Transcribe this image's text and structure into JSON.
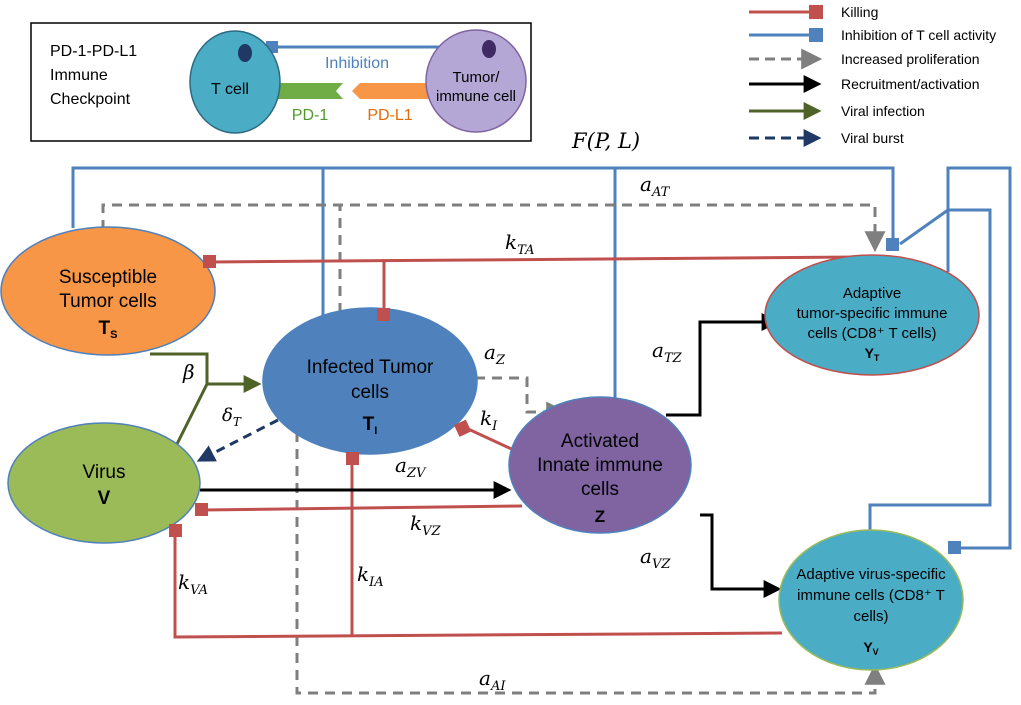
{
  "colors": {
    "killing": "#c0504d",
    "inhibition": "#4f81bd",
    "proliferation": "#7f7f7f",
    "recruitment": "#000000",
    "viral_infection": "#4f6228",
    "viral_burst": "#1f3864",
    "susceptible_fill": "#f79646",
    "infected_fill": "#4f81bd",
    "virus_fill": "#9bbb59",
    "innate_fill": "#8064a2",
    "adaptive_fill": "#4bacc6"
  },
  "legend": {
    "items": [
      {
        "label": "Killing",
        "style": "killing"
      },
      {
        "label": "Inhibition of T cell activity",
        "style": "inhibition"
      },
      {
        "label": "Increased proliferation",
        "style": "proliferation"
      },
      {
        "label": "Recruitment/activation",
        "style": "recruitment"
      },
      {
        "label": "Viral infection",
        "style": "viral_infection"
      },
      {
        "label": "Viral burst",
        "style": "viral_burst"
      }
    ]
  },
  "checkpoint": {
    "title_lines": [
      "PD-1-PD-L1",
      "Immune",
      "Checkpoint"
    ],
    "tcell_label": "T cell",
    "tumor_label_lines": [
      "Tumor/",
      "immune cell"
    ],
    "inhibition_label": "Inhibition",
    "pd1_label": "PD-1",
    "pdl1_label": "PD-L1"
  },
  "nodes": {
    "susceptible": {
      "lines": [
        "Susceptible",
        "Tumor cells"
      ],
      "symbol": "T",
      "subscript": "S"
    },
    "infected": {
      "lines": [
        "Infected Tumor",
        "cells"
      ],
      "symbol": "T",
      "subscript": "I"
    },
    "virus": {
      "lines": [
        "Virus"
      ],
      "symbol": "V",
      "subscript": ""
    },
    "innate": {
      "lines": [
        "Activated",
        "Innate immune",
        "cells"
      ],
      "symbol": "Z",
      "subscript": ""
    },
    "adaptive_tumor": {
      "lines": [
        "Adaptive",
        "tumor-specific immune",
        "cells (CD8⁺ T cells)"
      ],
      "symbol": "Y",
      "subscript": "T"
    },
    "adaptive_virus": {
      "lines": [
        "Adaptive virus-specific",
        "immune cells (CD8⁺ T",
        "cells)"
      ],
      "symbol": "Y",
      "subscript": "V"
    }
  },
  "params": {
    "F": "F(P, L)",
    "aAT": {
      "base": "a",
      "sub": "AT"
    },
    "kTA": {
      "base": "k",
      "sub": "TA"
    },
    "beta": {
      "base": "β",
      "sub": ""
    },
    "deltaT": {
      "base": "δ",
      "sub": "T"
    },
    "aZ": {
      "base": "a",
      "sub": "Z"
    },
    "kI": {
      "base": "k",
      "sub": "I"
    },
    "aTZ": {
      "base": "a",
      "sub": "TZ"
    },
    "aZV": {
      "base": "a",
      "sub": "ZV"
    },
    "kVZ": {
      "base": "k",
      "sub": "VZ"
    },
    "aVZ": {
      "base": "a",
      "sub": "VZ"
    },
    "kIA": {
      "base": "k",
      "sub": "IA"
    },
    "kVA": {
      "base": "k",
      "sub": "VA"
    },
    "aAI": {
      "base": "a",
      "sub": "AI"
    }
  }
}
